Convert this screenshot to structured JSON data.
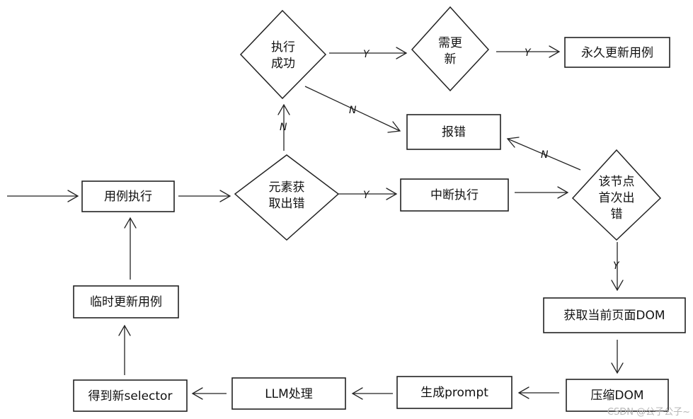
{
  "nodes": {
    "start_case": "用例执行",
    "element_check": [
      "元素获",
      "取出错"
    ],
    "exec_success": [
      "执行",
      "成功"
    ],
    "need_update": [
      "需更",
      "新"
    ],
    "permanent_update": "永久更新用例",
    "report_error": "报错",
    "interrupt": "中断执行",
    "first_error": [
      "该节点",
      "首次出",
      "错"
    ],
    "get_dom": "获取当前页面DOM",
    "compress_dom": "压缩DOM",
    "gen_prompt": "生成prompt",
    "llm": "LLM处理",
    "new_selector": "得到新selector",
    "temp_update": "临时更新用例"
  },
  "edge_labels": {
    "element_to_exec": "N",
    "element_to_interrupt": "Y",
    "exec_to_need": "Y",
    "exec_to_report": "N",
    "need_to_permanent": "Y",
    "first_to_report": "N",
    "first_to_dom": "Y"
  },
  "watermark": "CSDN @公子公子~"
}
